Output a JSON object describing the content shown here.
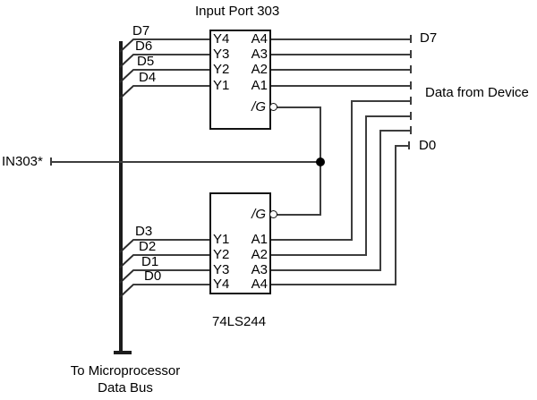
{
  "title": "Input Port 303",
  "chip": {
    "name": "74LS244"
  },
  "top_block": {
    "left_pins": [
      "Y4",
      "Y3",
      "Y2",
      "Y1"
    ],
    "right_pins": [
      "A4",
      "A3",
      "A2",
      "A1"
    ],
    "enable_pin": "/G"
  },
  "bottom_block": {
    "left_pins": [
      "Y1",
      "Y2",
      "Y3",
      "Y4"
    ],
    "right_pins": [
      "A1",
      "A2",
      "A3",
      "A4"
    ],
    "enable_pin": "/G"
  },
  "bus": {
    "labels_top": [
      "D7",
      "D6",
      "D5",
      "D4"
    ],
    "labels_bottom": [
      "D3",
      "D2",
      "D1",
      "D0"
    ],
    "caption_line1": "To Microprocessor",
    "caption_line2": "Data Bus"
  },
  "signals": {
    "enable_label": "IN303*",
    "right_top_label": "D7",
    "right_group_label": "Data from Device",
    "right_bottom_label": "D0"
  },
  "colors": {
    "wire": "#3d3d3d",
    "outline": "#121212",
    "bus": "#1c1c1c",
    "text": "#000000",
    "background": "#ffffff"
  }
}
